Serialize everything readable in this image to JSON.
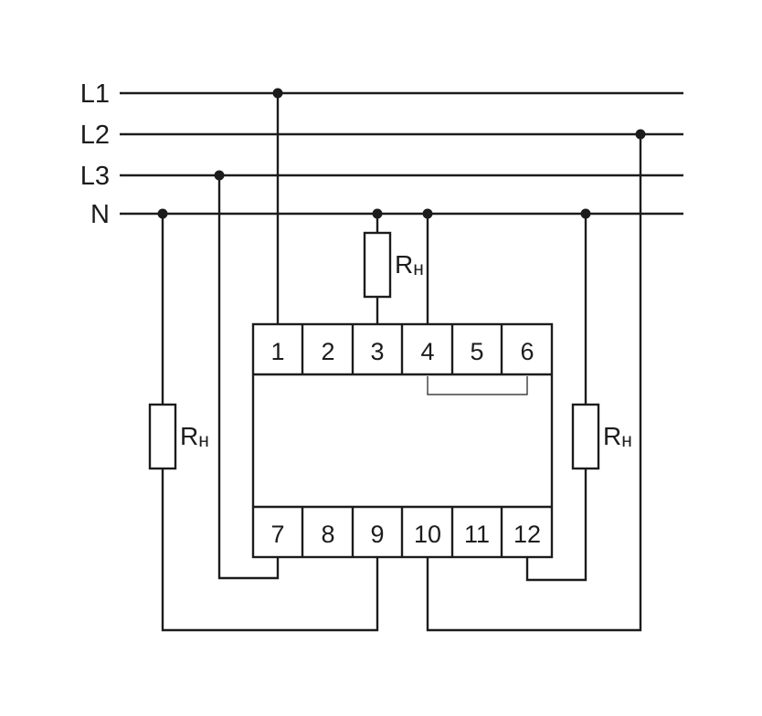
{
  "rails": [
    {
      "label": "L1"
    },
    {
      "label": "L2"
    },
    {
      "label": "L3"
    },
    {
      "label": "N"
    }
  ],
  "device": {
    "top_terminals": [
      "1",
      "2",
      "3",
      "4",
      "5",
      "6"
    ],
    "bottom_terminals": [
      "7",
      "8",
      "9",
      "10",
      "11",
      "12"
    ]
  },
  "load_label": {
    "symbol": "R",
    "subscript": "н"
  },
  "colors": {
    "line": "#1c1c1c",
    "background": "#ffffff"
  }
}
